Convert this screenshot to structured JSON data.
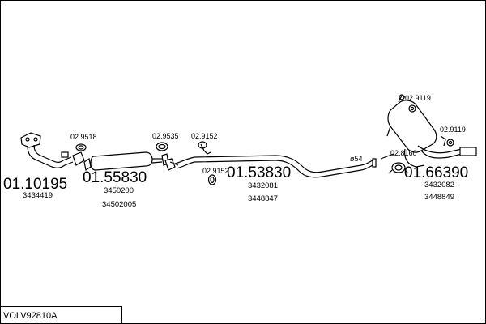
{
  "title": "VOLV92810A",
  "sections": [
    {
      "id": "front_pipe",
      "number": "01.10195",
      "refs": [
        "3434419"
      ]
    },
    {
      "id": "middle_silencer",
      "number": "01.55830",
      "refs": [
        "3450200",
        "34502005"
      ]
    },
    {
      "id": "middle_pipe",
      "number": "01.53830",
      "refs": [
        "3432081",
        "3448847"
      ]
    },
    {
      "id": "rear_silencer",
      "number": "01.66390",
      "refs": [
        "3432082",
        "3448849"
      ]
    }
  ],
  "fittings": {
    "f1": "02.9518",
    "f2": "02.9535",
    "f3": "02.9152",
    "f4": "02.9152",
    "f5": "02.9119",
    "f6": "02.9119",
    "f7": "02.8160",
    "f8": "ø54"
  }
}
